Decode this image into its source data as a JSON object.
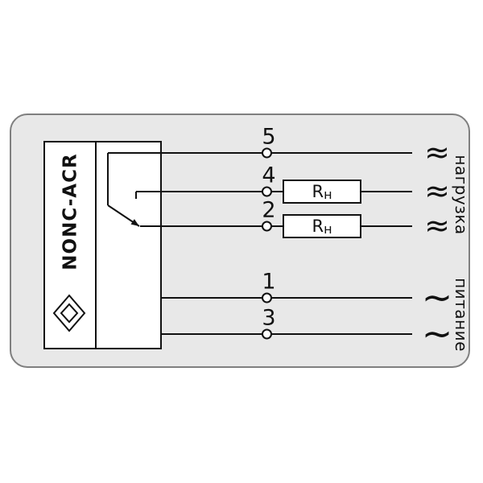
{
  "diagram": {
    "model": "NONC-ACR",
    "terminals": [
      {
        "number": "5"
      },
      {
        "number": "4"
      },
      {
        "number": "2"
      },
      {
        "number": "1"
      },
      {
        "number": "3"
      }
    ],
    "resistor": {
      "r": "R",
      "sub": "н"
    },
    "groups": {
      "load": "нагрузка",
      "power": "питание"
    },
    "ac": {
      "double": "≈",
      "single": "∼"
    },
    "colors": {
      "panel_bg": "#e8e8e8",
      "panel_border": "#7f7f7f",
      "line": "#111111"
    }
  }
}
